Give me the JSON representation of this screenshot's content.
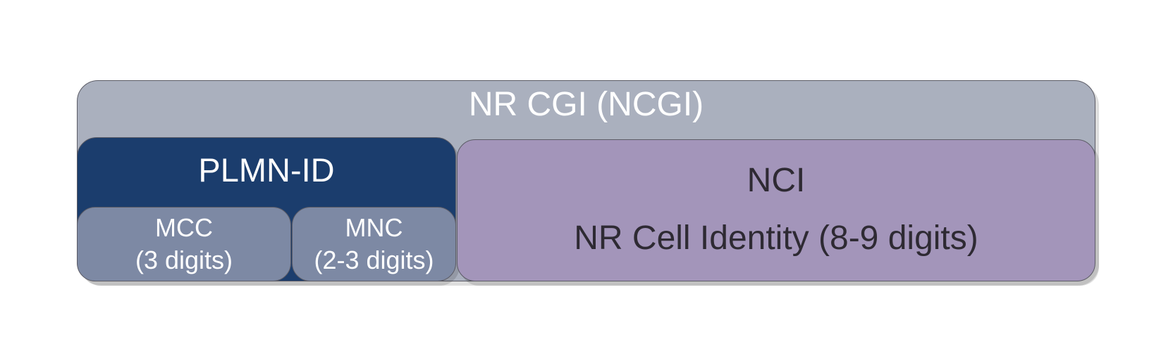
{
  "ncgi": {
    "title": "NR CGI (NCGI)",
    "color": "#aab0be"
  },
  "plmn_id": {
    "title": "PLMN-ID",
    "color": "#1b3d6d",
    "mcc": {
      "name": "MCC",
      "digits": "(3 digits)",
      "color": "#7d89a4"
    },
    "mnc": {
      "name": "MNC",
      "digits": "(2-3 digits)",
      "color": "#7d89a4"
    }
  },
  "nci": {
    "title": "NCI",
    "description": "NR Cell Identity (8-9 digits)",
    "color": "#a395ba"
  }
}
